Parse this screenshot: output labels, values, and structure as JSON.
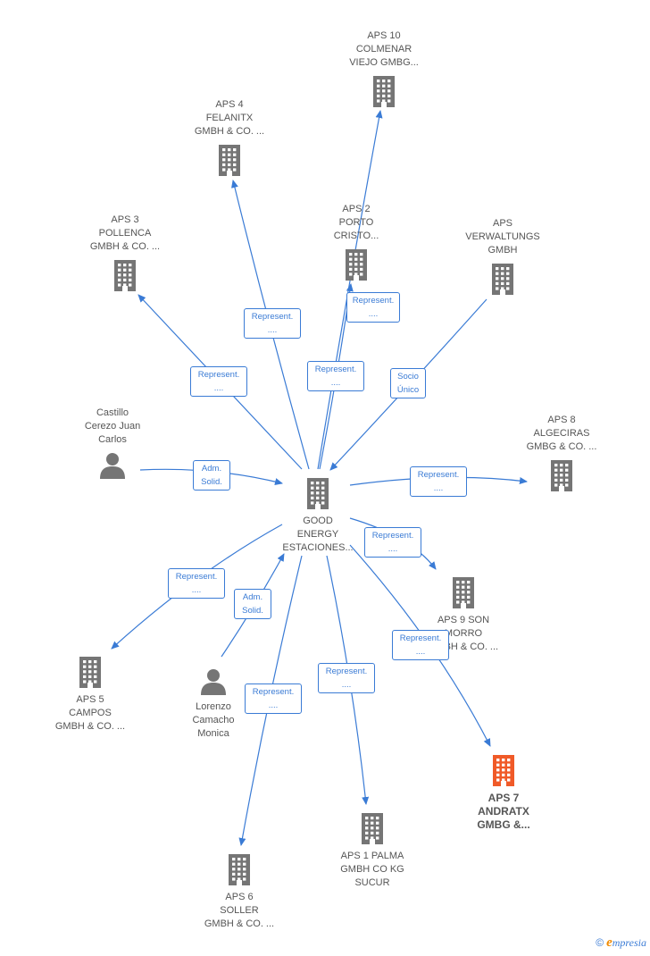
{
  "colors": {
    "edge": "#3a7bd5",
    "building": "#757575",
    "building_highlight": "#f05a28",
    "person": "#757575"
  },
  "nodes": [
    {
      "id": "center",
      "type": "building",
      "label": "GOOD\nENERGY\nESTACIONES..."
    },
    {
      "id": "aps10",
      "type": "building",
      "label": "APS 10\nCOLMENAR\nVIEJO GMBG..."
    },
    {
      "id": "aps4",
      "type": "building",
      "label": "APS 4\nFELANITX\nGMBH & CO. ..."
    },
    {
      "id": "aps2",
      "type": "building",
      "label": "APS 2\nPORTO\nCRISTO..."
    },
    {
      "id": "aps3",
      "type": "building",
      "label": "APS 3\nPOLLENCA\nGMBH & CO. ..."
    },
    {
      "id": "apsv",
      "type": "building",
      "label": "APS\nVERWALTUNGS\nGMBH"
    },
    {
      "id": "castillo",
      "type": "person",
      "label": "Castillo\nCerezo Juan\nCarlos"
    },
    {
      "id": "aps8",
      "type": "building",
      "label": "APS 8\nALGECIRAS\nGMBG & CO. ..."
    },
    {
      "id": "aps9",
      "type": "building",
      "label": "APS 9 SON\nMORRO\nGMBH & CO. ..."
    },
    {
      "id": "aps5",
      "type": "building",
      "label": "APS 5\nCAMPOS\nGMBH & CO. ..."
    },
    {
      "id": "lorenzo",
      "type": "person",
      "label": "Lorenzo\nCamacho\nMonica"
    },
    {
      "id": "aps7",
      "type": "building",
      "label": "APS 7\nANDRATX\nGMBG &...",
      "highlight": true
    },
    {
      "id": "aps1",
      "type": "building",
      "label": "APS 1 PALMA\nGMBH CO KG\nSUCUR"
    },
    {
      "id": "aps6",
      "type": "building",
      "label": "APS 6\nSOLLER\nGMBH & CO. ..."
    }
  ],
  "edges": [
    {
      "from": "center",
      "to": "aps10",
      "label": "Represent.\n...."
    },
    {
      "from": "center",
      "to": "aps4",
      "label": "Represent.\n...."
    },
    {
      "from": "center",
      "to": "aps2",
      "label": "Represent.\n...."
    },
    {
      "from": "center",
      "to": "aps3",
      "label": "Represent.\n...."
    },
    {
      "from": "apsv",
      "to": "center",
      "label": "Socio\nÚnico"
    },
    {
      "from": "castillo",
      "to": "center",
      "label": "Adm.\nSolid."
    },
    {
      "from": "center",
      "to": "aps8",
      "label": "Represent.\n...."
    },
    {
      "from": "center",
      "to": "aps9",
      "label": "Represent.\n...."
    },
    {
      "from": "center",
      "to": "aps7",
      "label": "Represent.\n...."
    },
    {
      "from": "center",
      "to": "aps5",
      "label": "Represent.\n...."
    },
    {
      "from": "lorenzo",
      "to": "center",
      "label": "Adm.\nSolid."
    },
    {
      "from": "center",
      "to": "aps6",
      "label": "Represent.\n...."
    },
    {
      "from": "center",
      "to": "aps1",
      "label": "Represent.\n...."
    }
  ],
  "footer": {
    "copyright": "©",
    "brand_initial": "e",
    "brand_rest": "mpresia"
  }
}
